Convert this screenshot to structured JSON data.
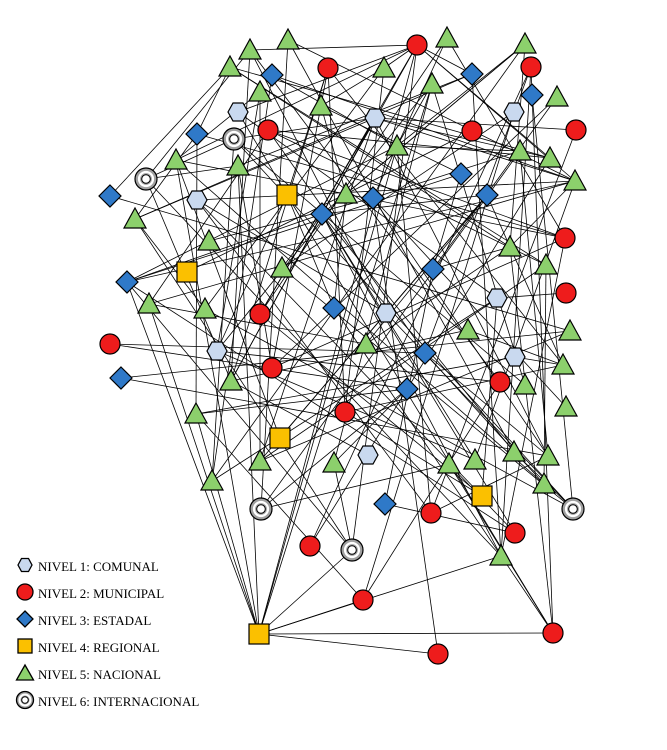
{
  "diagram": {
    "colors": {
      "comunal": "#c9d9ef",
      "municipal": "#ee1c1c",
      "estadal": "#2f79c8",
      "regional": "#fbc000",
      "nacional": "#8cd06c",
      "internacional": "#a0a0a0",
      "stroke": "#000000"
    }
  },
  "legend": {
    "items": [
      {
        "level": 1,
        "label": "NIVEL 1: COMUNAL",
        "shape": "hexagon"
      },
      {
        "level": 2,
        "label": "NIVEL 2: MUNICIPAL",
        "shape": "circle"
      },
      {
        "level": 3,
        "label": "NIVEL 3: ESTADAL",
        "shape": "diamond"
      },
      {
        "level": 4,
        "label": "NIVEL 4: REGIONAL",
        "shape": "square"
      },
      {
        "level": 5,
        "label": "NIVEL 5: NACIONAL",
        "shape": "triangle"
      },
      {
        "level": 6,
        "label": "NIVEL 6: INTERNACIONAL",
        "shape": "ring"
      }
    ]
  }
}
